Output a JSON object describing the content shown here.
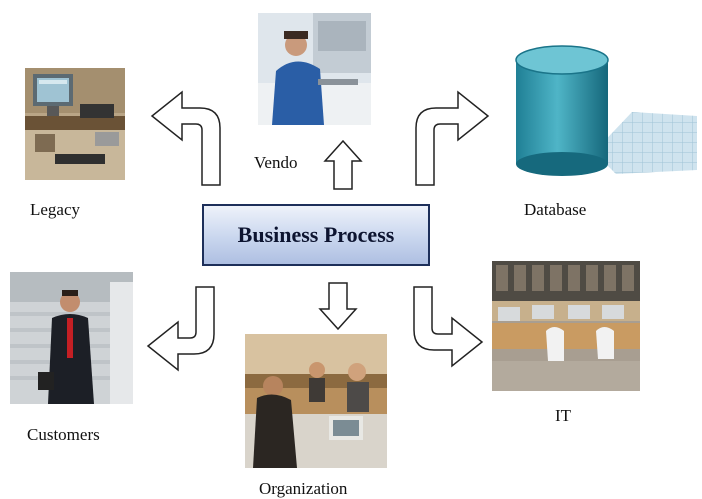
{
  "center": {
    "label": "Business Process"
  },
  "nodes": {
    "legacy": {
      "label": "Legacy",
      "icon": "legacy-workstation-photo"
    },
    "vendor": {
      "label": "Vendo",
      "icon": "vendor-worker-photo"
    },
    "database": {
      "label": "Database",
      "icon": "database-cylinder-icon"
    },
    "customers": {
      "label": "Customers",
      "icon": "customer-businessman-photo"
    },
    "organization": {
      "label": "Organization",
      "icon": "organization-office-photo"
    },
    "it": {
      "label": "IT",
      "icon": "it-workstations-photo"
    }
  },
  "colors": {
    "box_border": "#1d2f5a",
    "box_fill": "#c9d6ee",
    "arrow_stroke": "#222222",
    "database_fill": "#3aa0b3"
  }
}
